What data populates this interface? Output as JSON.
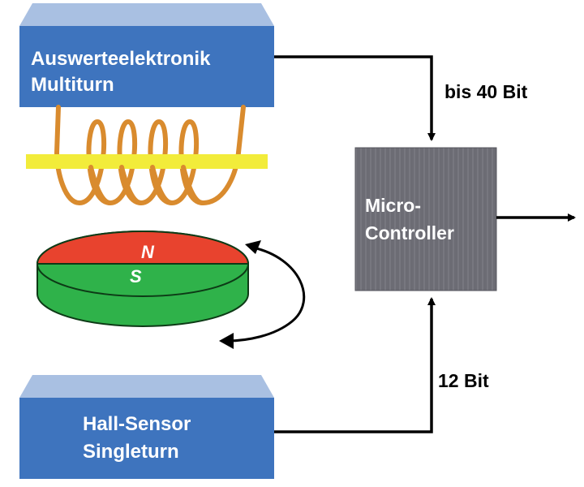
{
  "diagram": {
    "top_box": {
      "line1": "Auswerteelektronik",
      "line2": "Multiturn",
      "color": "#3e74be"
    },
    "bottom_box": {
      "line1": "Hall-Sensor",
      "line2": "Singleturn",
      "color": "#3e74be"
    },
    "microcontroller": {
      "line1": "Micro-",
      "line2": "Controller",
      "color": "#6c6c74"
    },
    "edges": {
      "top_label": "bis 40 Bit",
      "bottom_label": "12 Bit"
    },
    "magnet": {
      "north": "N",
      "south": "S",
      "north_color": "#e8432e",
      "south_color": "#2fb24a"
    },
    "coil_color": "#d98b2e",
    "core_color": "#f2ec3a"
  }
}
